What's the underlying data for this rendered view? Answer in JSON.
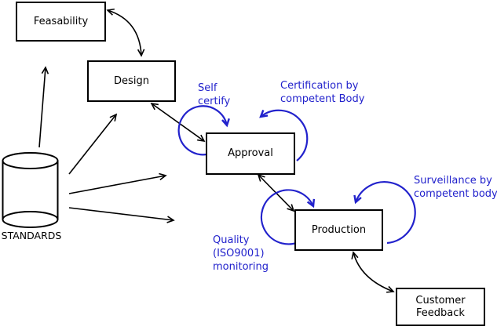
{
  "diagram": {
    "type": "process-flow-diagram",
    "nodes": {
      "feasability": {
        "label": "Feasability",
        "shape": "rectangle"
      },
      "design": {
        "label": "Design",
        "shape": "rectangle"
      },
      "approval": {
        "label": "Approval",
        "shape": "rectangle"
      },
      "production": {
        "label": "Production",
        "shape": "rectangle"
      },
      "customer_feedback": {
        "line1": "Customer",
        "line2": "Feedback",
        "shape": "rectangle"
      },
      "standards": {
        "label": "STANDARDS",
        "shape": "cylinder"
      }
    },
    "annotations": {
      "self_certify": {
        "line1": "Self",
        "line2": "certify"
      },
      "certification": {
        "line1": "Certification by",
        "line2": "competent Body"
      },
      "surveillance": {
        "line1": "Surveillance by",
        "line2": "competent body"
      },
      "quality": {
        "line1": "Quality",
        "line2": "(ISO9001)",
        "line3": "monitoring"
      }
    },
    "edges": [
      {
        "from": "feasability",
        "to": "design",
        "direction": "bidirectional",
        "color": "black"
      },
      {
        "from": "design",
        "to": "approval",
        "direction": "bidirectional",
        "color": "black"
      },
      {
        "from": "approval",
        "to": "production",
        "direction": "bidirectional",
        "color": "black"
      },
      {
        "from": "production",
        "to": "customer_feedback",
        "direction": "bidirectional",
        "color": "black"
      },
      {
        "from": "standards",
        "to": "feasability",
        "direction": "one-way",
        "color": "black"
      },
      {
        "from": "standards",
        "to": "design",
        "direction": "one-way",
        "color": "black"
      },
      {
        "from": "standards",
        "to": "approval",
        "direction": "one-way",
        "color": "black"
      },
      {
        "from": "standards",
        "to": "production",
        "direction": "one-way",
        "color": "black"
      },
      {
        "from": "approval",
        "to": "approval",
        "direction": "self-loop",
        "label": "Self certify",
        "color": "blue"
      },
      {
        "from": "approval",
        "to": "approval",
        "direction": "self-loop",
        "label": "Certification by competent Body",
        "color": "blue"
      },
      {
        "from": "production",
        "to": "production",
        "direction": "self-loop",
        "label": "Quality (ISO9001) monitoring",
        "color": "blue"
      },
      {
        "from": "production",
        "to": "production",
        "direction": "self-loop",
        "label": "Surveillance by competent body",
        "color": "blue"
      }
    ],
    "colors": {
      "annotation_blue": "#2222cc",
      "line_black": "#000000",
      "background": "#ffffff"
    }
  }
}
